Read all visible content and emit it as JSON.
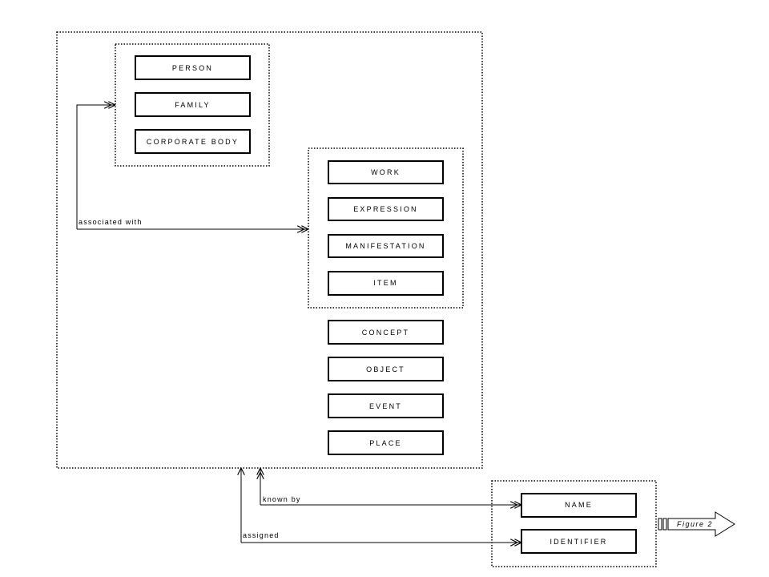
{
  "entities": {
    "person": "PERSON",
    "family": "FAMILY",
    "corporate_body": "CORPORATE BODY",
    "work": "WORK",
    "expression": "EXPRESSION",
    "manifestation": "MANIFESTATION",
    "item": "ITEM",
    "concept": "CONCEPT",
    "object": "OBJECT",
    "event": "EVENT",
    "place": "PLACE",
    "name": "NAME",
    "identifier": "IDENTIFIER"
  },
  "relationships": {
    "associated_with": "associated with",
    "known_by": "known by",
    "assigned": "assigned"
  },
  "continuation": {
    "label": "Figure 2"
  }
}
